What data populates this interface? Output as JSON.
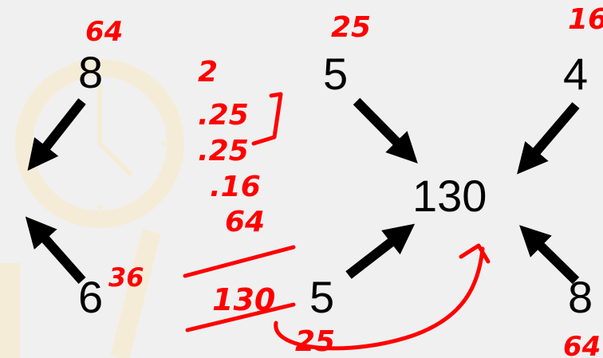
{
  "numbers": {
    "top_left": "8",
    "bottom_left": "6",
    "top_middle": "5",
    "center": "130",
    "bottom_middle": "5",
    "top_right": "4",
    "bottom_right": "8"
  },
  "handwriting": {
    "top_left_square": "64",
    "bottom_left_square": "36",
    "top_middle_square": "25",
    "top_right_square": "16",
    "bottom_right_square": "64",
    "bottom_middle_square": "25",
    "column_header": "2",
    "column_values": [
      ".25",
      ".25",
      ".16",
      "64"
    ],
    "column_total": "130"
  },
  "colors": {
    "background": "#f0f0f0",
    "ink": "#000000",
    "annotation": "#ff0000",
    "watermark": "#f6ecd6"
  }
}
